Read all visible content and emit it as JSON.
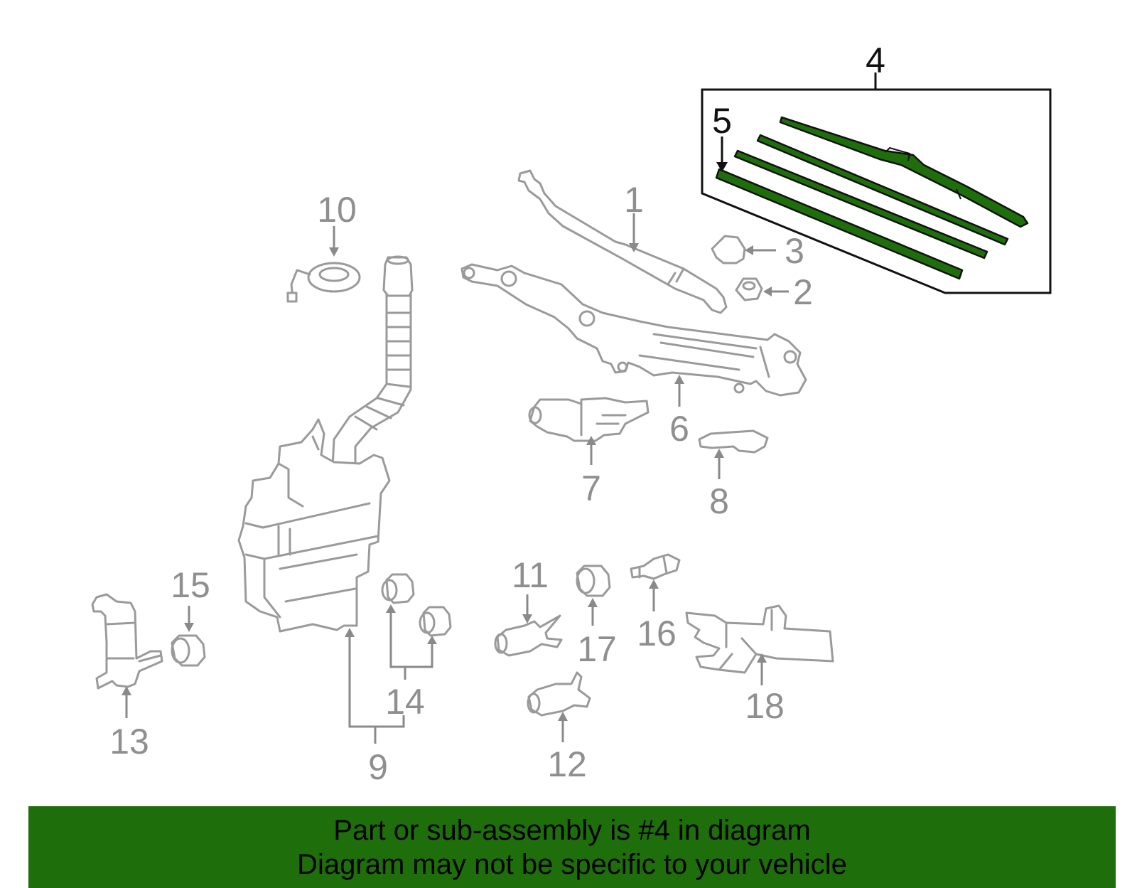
{
  "callouts": {
    "c1": "1",
    "c2": "2",
    "c3": "3",
    "c4": "4",
    "c5": "5",
    "c6": "6",
    "c7": "7",
    "c8": "8",
    "c9": "9",
    "c10": "10",
    "c11": "11",
    "c12": "12",
    "c13": "13",
    "c14": "14",
    "c15": "15",
    "c16": "16",
    "c17": "17",
    "c18": "18"
  },
  "highlighted_part": "4",
  "colors": {
    "highlight_green": "#1e6e0b",
    "part_gray": "#9a9a9a",
    "frame_black": "#111111"
  },
  "footer": {
    "line1": "Part or sub-assembly is #4 in diagram",
    "line2": "Diagram may not be specific to your vehicle"
  }
}
